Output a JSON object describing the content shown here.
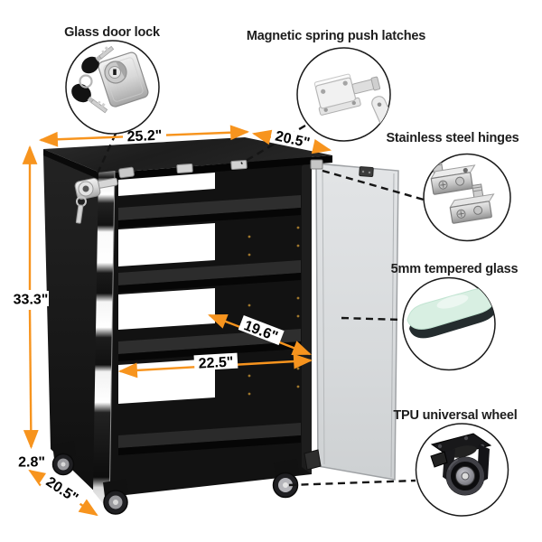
{
  "labels": {
    "lock": "Glass door lock",
    "latch": "Magnetic spring push latches",
    "hinges": "Stainless steel hinges",
    "glass": "5mm tempered glass",
    "wheel": "TPU universal wheel"
  },
  "dims": {
    "top_width": "25.2\"",
    "top_depth": "20.5\"",
    "height": "33.3\"",
    "caster_height": "2.8\"",
    "base_depth": "20.5\"",
    "shelf_depth": "19.6\"",
    "shelf_width": "22.5\""
  },
  "colors": {
    "arrow": "#F7941E",
    "connector": "#151515",
    "cabinet_dark": "#141414",
    "glass_pane_tint": "#D8EFE2",
    "door_glass": "#D6D8DA",
    "background": "#FFFFFF"
  }
}
